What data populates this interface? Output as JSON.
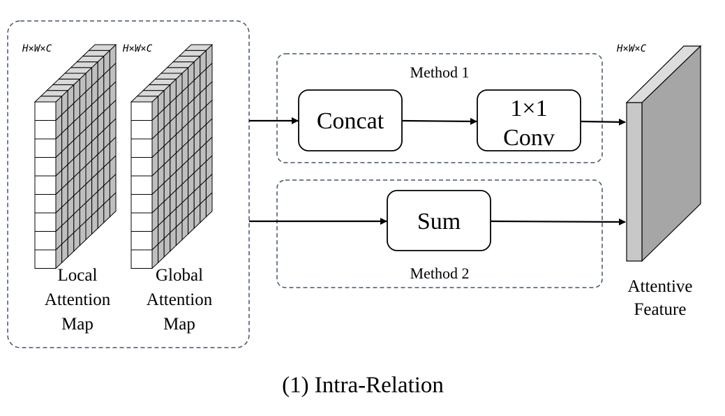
{
  "inputs": {
    "local_dim": "H×W×C",
    "local_label": [
      "Local",
      "Attention",
      "Map"
    ],
    "global_dim": "H×W×C",
    "global_label": [
      "Global",
      "Attention",
      "Map"
    ]
  },
  "method1": {
    "title": "Method 1",
    "concat": "Concat",
    "conv": [
      "1×1",
      "Conv"
    ]
  },
  "method2": {
    "title": "Method 2",
    "sum": "Sum"
  },
  "output": {
    "dim": "H×W×C",
    "label": [
      "Attentive",
      "Feature"
    ]
  },
  "caption": "(1) Intra-Relation",
  "colors": {
    "dashed_border": "#44546A",
    "face": "#FFFFFF",
    "side": "#BFBFBF",
    "top": "#D9D9D9",
    "out_front": "#C8C8C8",
    "out_side": "#A6A6A6",
    "out_top": "#DDDDDD"
  }
}
